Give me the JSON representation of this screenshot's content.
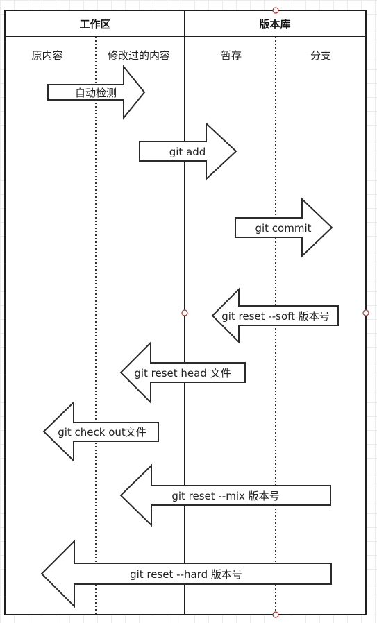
{
  "lanes": {
    "workspace": {
      "title": "工作区",
      "col_original": "原内容",
      "col_modified": "修改过的内容"
    },
    "repository": {
      "title": "版本库",
      "col_stage": "暂存",
      "col_branch": "分支"
    }
  },
  "arrows": {
    "auto_detect": "自动检测",
    "git_add": "git add",
    "git_commit": "git commit",
    "reset_soft": "git reset --soft 版本号",
    "reset_head": "git reset head 文件",
    "checkout": "git check out文件",
    "reset_mix": "git reset --mix 版本号",
    "reset_hard": "git reset --hard 版本号"
  }
}
